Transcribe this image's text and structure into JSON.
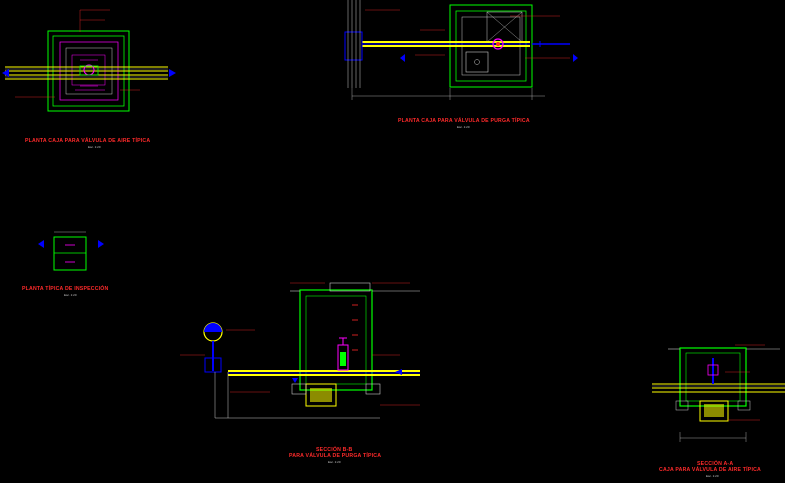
{
  "titles": {
    "plan_air": "PLANTA CAJA PARA VÁLVULA DE AIRE TÍPICA",
    "plan_purga": "PLANTA CAJA PARA VÁLVULA DE PURGA TÍPICA",
    "plan_tapa": "PLANTA TÍPICA DE INSPECCIÓN",
    "section_bb_1": "SECCIÓN B-B",
    "section_bb_2": "PARA VÁLVULA DE PURGA TÍPICA",
    "section_aa_1": "SECCIÓN A-A",
    "section_aa_2": "CAJA PARA VÁLVULA DE AIRE TÍPICA"
  },
  "scales": {
    "plan_air": "Esc. 1:20",
    "plan_purga": "Esc. 1:20",
    "plan_tapa": "Esc. 1:20",
    "section_bb": "Esc. 1:20",
    "section_aa": "Esc. 1:20"
  },
  "colors": {
    "background": "#000000",
    "wall": "#00ff00",
    "pipe": "#ffff00",
    "detail": "#ff00ff",
    "dimension": "#ff2a2a",
    "symbol": "#0000ff",
    "gray": "#c8c8c8",
    "white": "#ffffff"
  }
}
